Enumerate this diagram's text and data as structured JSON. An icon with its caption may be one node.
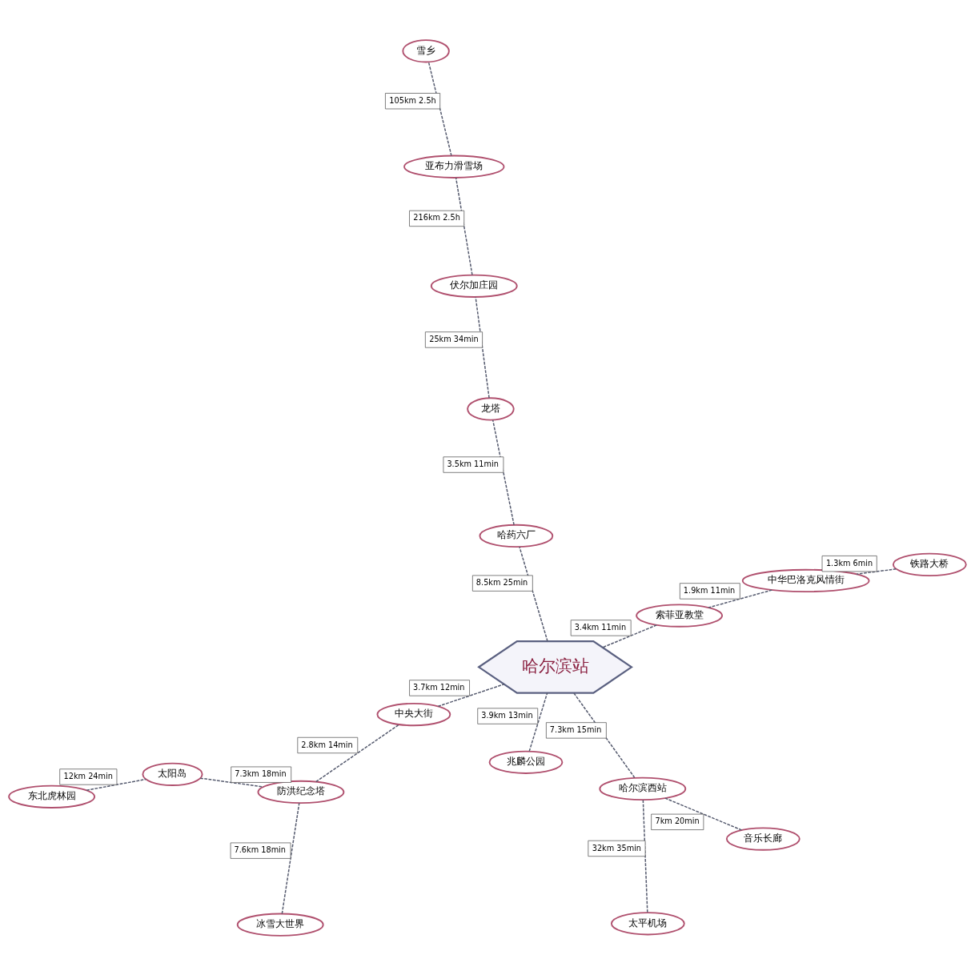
{
  "diagram": {
    "nodes": [
      {
        "text": [
          "东北虎林园"
        ]
      },
      {
        "text": [
          "铁路大桥"
        ]
      },
      {
        "text": [
          "冰雪大世界"
        ]
      },
      {
        "text": [
          "太阳岛"
        ]
      },
      {
        "text": [
          "中华巴洛克风情街"
        ]
      },
      {
        "text": [
          "防洪纪念塔"
        ]
      },
      {
        "text": [
          "兆麟公园"
        ]
      },
      {
        "text": [
          "中央大街"
        ]
      },
      {
        "text": [
          "索菲亚教堂"
        ]
      },
      {
        "text": [
          "哈尔滨站"
        ]
      },
      {
        "text": [
          "哈药六厂"
        ]
      },
      {
        "text": [
          "音乐长廊"
        ]
      },
      {
        "text": [
          "龙塔"
        ]
      },
      {
        "text": [
          "哈尔滨西站"
        ]
      },
      {
        "text": [
          "伏尔加庄园"
        ]
      },
      {
        "text": [
          "亚布力滑雪场"
        ]
      },
      {
        "text": [
          "太平机场"
        ]
      },
      {
        "text": [
          "雪乡"
        ]
      }
    ],
    "edges": [
      {
        "from": 0,
        "to": 3,
        "arrow": "none",
        "style": "dashed",
        "label": "12km 24min"
      },
      {
        "from": 1,
        "to": 4,
        "arrow": "none",
        "style": "dashed",
        "label": "1.3km 6min"
      },
      {
        "from": 2,
        "to": 5,
        "arrow": "none",
        "style": "dashed",
        "label": "7.6km 18min"
      },
      {
        "from": 3,
        "to": 5,
        "arrow": "none",
        "style": "dashed",
        "label": "7.3km 18min"
      },
      {
        "from": 4,
        "to": 8,
        "arrow": "none",
        "style": "dashed",
        "label": "1.9km 11min"
      },
      {
        "from": 5,
        "to": 7,
        "arrow": "none",
        "style": "dashed",
        "label": "2.8km 14min"
      },
      {
        "from": 7,
        "to": 9,
        "arrow": "none",
        "style": "dashed",
        "label": "3.7km 12min"
      },
      {
        "from": 6,
        "to": 9,
        "arrow": "none",
        "style": "dashed",
        "label": "3.9km 13min"
      },
      {
        "from": 8,
        "to": 9,
        "arrow": "none",
        "style": "dashed",
        "label": "3.4km 11min"
      },
      {
        "from": 9,
        "to": 10,
        "arrow": "none",
        "style": "dashed",
        "label": "8.5km 25min"
      },
      {
        "from": 9,
        "to": 13,
        "arrow": "none",
        "style": "dashed",
        "label": "7.3km 15min"
      },
      {
        "from": 11,
        "to": 13,
        "arrow": "none",
        "style": "dashed",
        "label": "7km 20min"
      },
      {
        "from": 13,
        "to": 16,
        "arrow": "none",
        "style": "dashed",
        "label": "32km 35min"
      },
      {
        "from": 10,
        "to": 12,
        "arrow": "none",
        "style": "dashed",
        "label": "3.5km 11min"
      },
      {
        "from": 12,
        "to": 14,
        "arrow": "none",
        "style": "dashed",
        "label": "25km 34min"
      },
      {
        "from": 14,
        "to": 15,
        "arrow": "none",
        "style": "dashed",
        "label": "216km 2.5h"
      },
      {
        "from": 15,
        "to": 17,
        "arrow": "none",
        "style": "dashed",
        "label": "105km 2.5h"
      }
    ]
  }
}
